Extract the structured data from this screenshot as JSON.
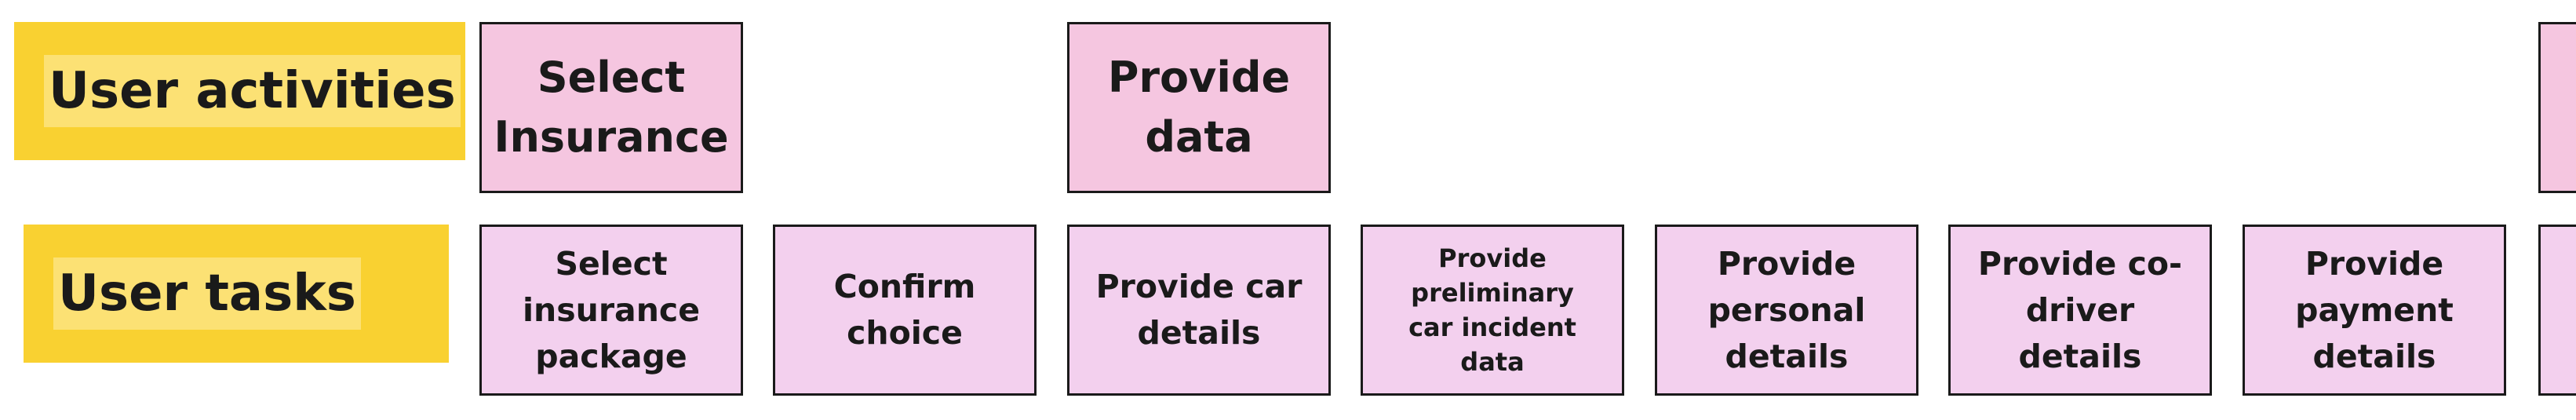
{
  "row_labels": {
    "activities": "User activities",
    "tasks": "User tasks"
  },
  "activities": [
    {
      "text": "Select Insurance"
    },
    {
      "text": "Provide data"
    }
  ],
  "tasks": [
    {
      "text": "Select insurance package"
    },
    {
      "text": "Confirm choice"
    },
    {
      "text": "Provide car details"
    },
    {
      "text": "Provide preliminary car incident data"
    },
    {
      "text": "Provide personal details"
    },
    {
      "text": "Provide co-driver details"
    },
    {
      "text": "Provide payment details"
    }
  ],
  "colors": {
    "label_yellow": "#f9d131",
    "activity_pink": "#f5c6e0",
    "task_pink": "#f3d0ee",
    "border": "#1a1a1a"
  }
}
